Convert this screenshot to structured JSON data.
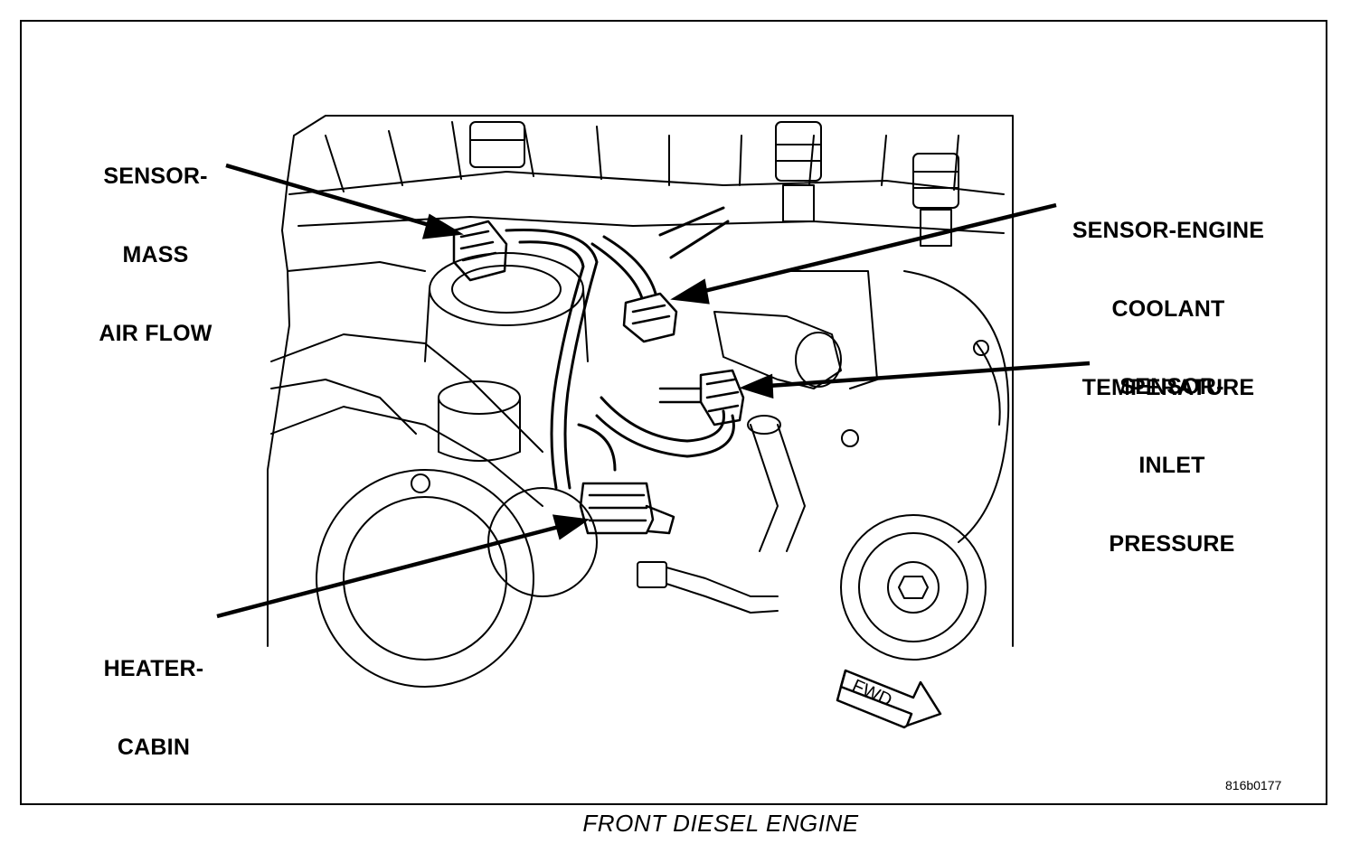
{
  "labels": {
    "maf": [
      "SENSOR-",
      "MASS",
      "AIR FLOW"
    ],
    "ect": [
      "SENSOR-ENGINE",
      "COOLANT",
      "TEMPERATURE"
    ],
    "iap": [
      "SENSOR-",
      "INLET",
      "PRESSURE"
    ],
    "heater": [
      "HEATER-",
      "CABIN"
    ]
  },
  "fwd": "FWD",
  "ref_code": "816b0177",
  "caption": "FRONT DIESEL ENGINE"
}
